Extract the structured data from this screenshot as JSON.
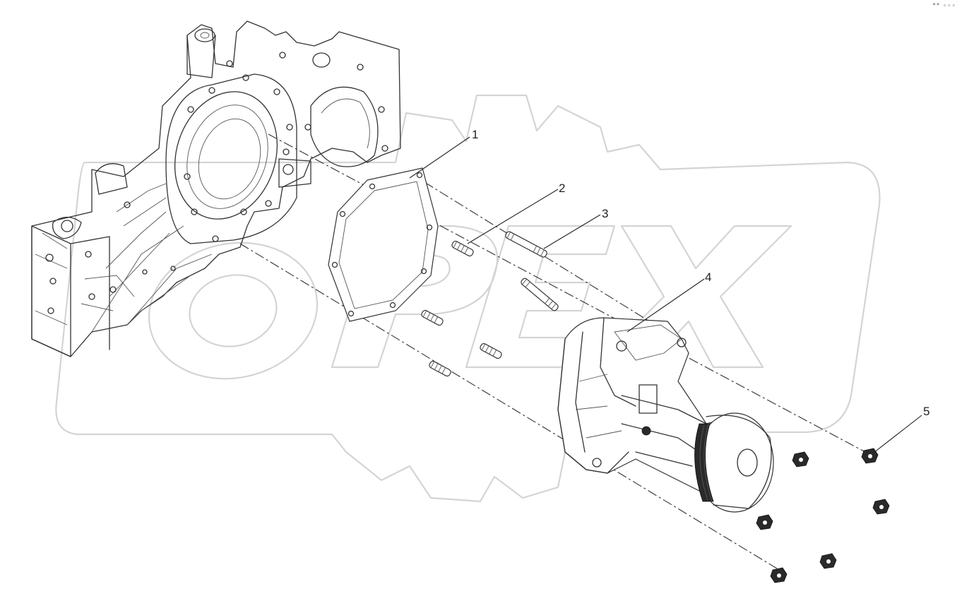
{
  "corner_mark": "°° ◦◦◦",
  "watermark": {
    "text": "OPEX"
  },
  "callouts": [
    {
      "label": "1"
    },
    {
      "label": "2"
    },
    {
      "label": "3"
    },
    {
      "label": "4"
    },
    {
      "label": "5"
    }
  ],
  "parts": [
    "timing-housing",
    "gasket",
    "stud-short",
    "stud-long",
    "water-pump",
    "nut"
  ]
}
